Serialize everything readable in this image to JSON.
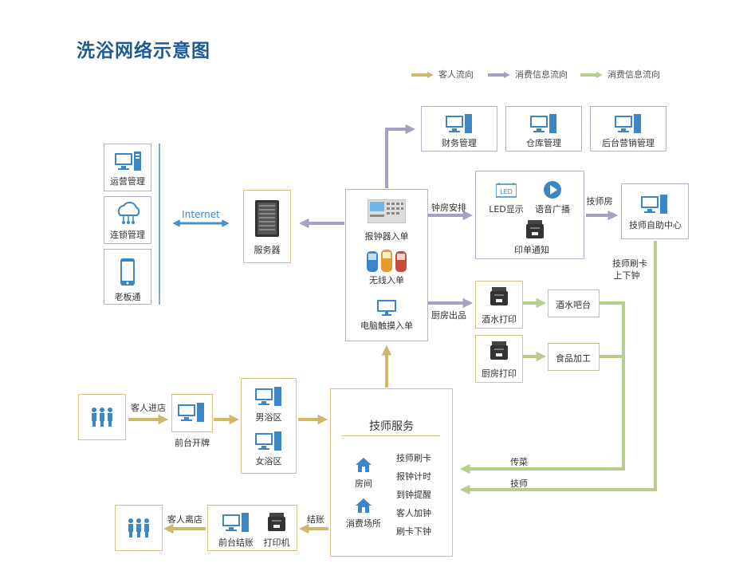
{
  "title": "洗浴网络示意图",
  "legend": [
    {
      "label": "客人流向",
      "color": "#d2b66c"
    },
    {
      "label": "消费信息流向",
      "color": "#a99fc4"
    },
    {
      "label": "消费信息流向",
      "color": "#b8cc8c"
    }
  ],
  "nodes": {
    "ops": "运营管理",
    "chain": "连锁管理",
    "boss": "老板通",
    "internet": "Internet",
    "server": "服务器",
    "finance": "财务管理",
    "warehouse": "仓库管理",
    "marketing": "后台营销管理",
    "clock_device": "报钟器入单",
    "wireless": "无线入单",
    "touch": "电脑触摸入单",
    "clock_room_arrange": "钟房安排",
    "led": "LED显示",
    "voice": "语音广播",
    "print_notice": "印单通知",
    "tech_room_edge": "技师房",
    "self_service": "技师自助中心",
    "tech_card": "技师刷卡",
    "tech_card2": "上下钟",
    "kitchen_out": "厨房出品",
    "drink_print": "酒水打印",
    "bar": "酒水吧台",
    "kitchen_print": "厨房打印",
    "food": "食品加工",
    "guest_in": "客人进店",
    "front_open": "前台开牌",
    "male": "男浴区",
    "female": "女浴区",
    "tech_service": "技师服务",
    "room": "房间",
    "venue": "消费场所",
    "service_items": [
      "技师刷卡",
      "报钟计时",
      "到钟提醒",
      "客人加钟",
      "刷卡下钟"
    ],
    "serve_dish": "传菜",
    "tech": "技师",
    "checkout": "结账",
    "front_checkout": "前台结账",
    "printer": "打印机",
    "guest_leave": "客人离店",
    "led_tag": "LED"
  }
}
